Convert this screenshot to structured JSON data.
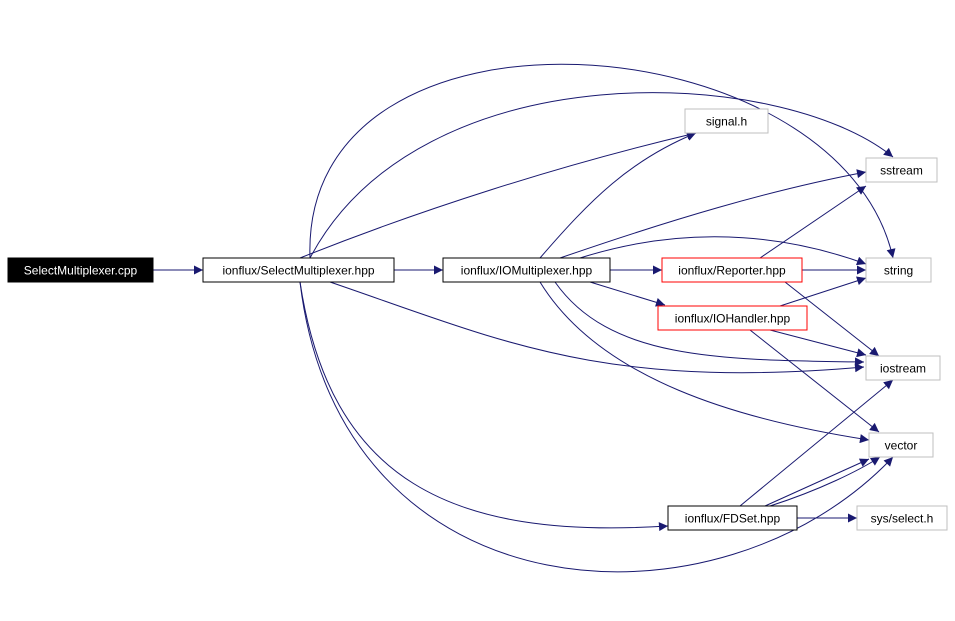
{
  "colors": {
    "edge": "#191970",
    "root_fill": "#000000",
    "root_text": "#ffffff",
    "documented_border": "#000000",
    "undocumented_border": "#bfbfbf",
    "truncated_border": "#ff0000",
    "text": "#000000"
  },
  "nodes": {
    "root": {
      "label": "SelectMultiplexer.cpp",
      "kind": "root"
    },
    "select_hpp": {
      "label": "ionflux/SelectMultiplexer.hpp",
      "kind": "documented"
    },
    "iomux_hpp": {
      "label": "ionflux/IOMultiplexer.hpp",
      "kind": "documented"
    },
    "signal_h": {
      "label": "signal.h",
      "kind": "external"
    },
    "sstream": {
      "label": "sstream",
      "kind": "external"
    },
    "reporter_hpp": {
      "label": "ionflux/Reporter.hpp",
      "kind": "truncated"
    },
    "string": {
      "label": "string",
      "kind": "external"
    },
    "iohandler_hpp": {
      "label": "ionflux/IOHandler.hpp",
      "kind": "truncated"
    },
    "iostream": {
      "label": "iostream",
      "kind": "external"
    },
    "vector": {
      "label": "vector",
      "kind": "external"
    },
    "fdset_hpp": {
      "label": "ionflux/FDSet.hpp",
      "kind": "documented"
    },
    "sys_select_h": {
      "label": "sys/select.h",
      "kind": "external"
    }
  },
  "edges": [
    {
      "from": "root",
      "to": "select_hpp"
    },
    {
      "from": "select_hpp",
      "to": "iomux_hpp"
    },
    {
      "from": "select_hpp",
      "to": "signal_h"
    },
    {
      "from": "select_hpp",
      "to": "sstream"
    },
    {
      "from": "select_hpp",
      "to": "string"
    },
    {
      "from": "select_hpp",
      "to": "iostream"
    },
    {
      "from": "select_hpp",
      "to": "fdset_hpp"
    },
    {
      "from": "select_hpp",
      "to": "vector"
    },
    {
      "from": "iomux_hpp",
      "to": "signal_h"
    },
    {
      "from": "iomux_hpp",
      "to": "sstream"
    },
    {
      "from": "iomux_hpp",
      "to": "reporter_hpp"
    },
    {
      "from": "iomux_hpp",
      "to": "string"
    },
    {
      "from": "iomux_hpp",
      "to": "iohandler_hpp"
    },
    {
      "from": "iomux_hpp",
      "to": "iostream"
    },
    {
      "from": "iomux_hpp",
      "to": "vector"
    },
    {
      "from": "reporter_hpp",
      "to": "sstream"
    },
    {
      "from": "reporter_hpp",
      "to": "string"
    },
    {
      "from": "reporter_hpp",
      "to": "iostream"
    },
    {
      "from": "iohandler_hpp",
      "to": "string"
    },
    {
      "from": "iohandler_hpp",
      "to": "iostream"
    },
    {
      "from": "iohandler_hpp",
      "to": "vector"
    },
    {
      "from": "fdset_hpp",
      "to": "sys_select_h"
    },
    {
      "from": "fdset_hpp",
      "to": "vector"
    },
    {
      "from": "fdset_hpp",
      "to": "iostream"
    }
  ]
}
